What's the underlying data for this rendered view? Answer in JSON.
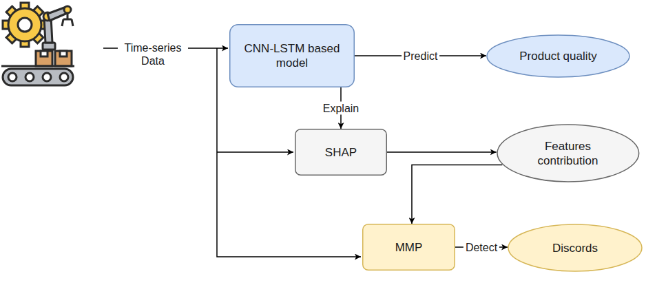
{
  "diagram": {
    "nodes": [
      {
        "text": [
          "CNN-LSTM based model"
        ]
      },
      {
        "text": [
          "Product quality"
        ]
      },
      {
        "text": [
          "SHAP"
        ]
      },
      {
        "text": [
          "Features contribution"
        ]
      },
      {
        "text": [
          "MMP"
        ]
      },
      {
        "text": [
          "Discords"
        ]
      }
    ],
    "edges": [
      {
        "from": 0,
        "to": 1,
        "label": "Predict",
        "arrow": "to"
      },
      {
        "from": 0,
        "to": 2,
        "label": "Explain",
        "arrow": "to"
      },
      {
        "from": 2,
        "to": 3,
        "arrow": "to"
      },
      {
        "from": 3,
        "to": 4,
        "arrow": "to"
      },
      {
        "from": 4,
        "to": 5,
        "label": "Detect",
        "arrow": "to"
      }
    ],
    "labels": [
      "Time-series Data"
    ]
  }
}
